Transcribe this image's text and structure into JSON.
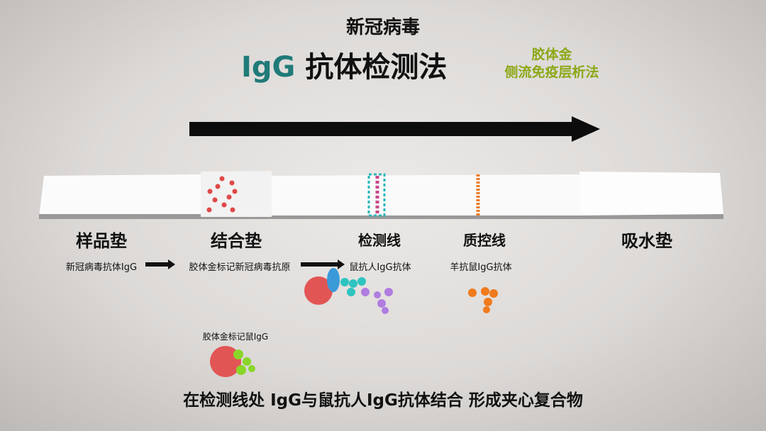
{
  "title": {
    "line1": "新冠病毒",
    "igg": "IgG",
    "line2": "抗体检测法"
  },
  "method": {
    "line1": "胶体金",
    "line2": "侧流免疫层析法"
  },
  "colors": {
    "igg": "#1f7a78",
    "method": "#8ca816",
    "gold": "#e25555"
  },
  "strip_labels": [
    "样品垫",
    "结合垫",
    "检测线",
    "质控线",
    "吸水垫"
  ],
  "sub_labels": [
    "新冠病毒抗体IgG",
    "胶体金标记新冠病毒抗原",
    "鼠抗人IgG抗体",
    "羊抗鼠IgG抗体"
  ],
  "gold_mouse_igg": "胶体金标记鼠IgG",
  "caption": "在检测线处 IgG与鼠抗人IgG抗体结合 形成夹心复合物"
}
